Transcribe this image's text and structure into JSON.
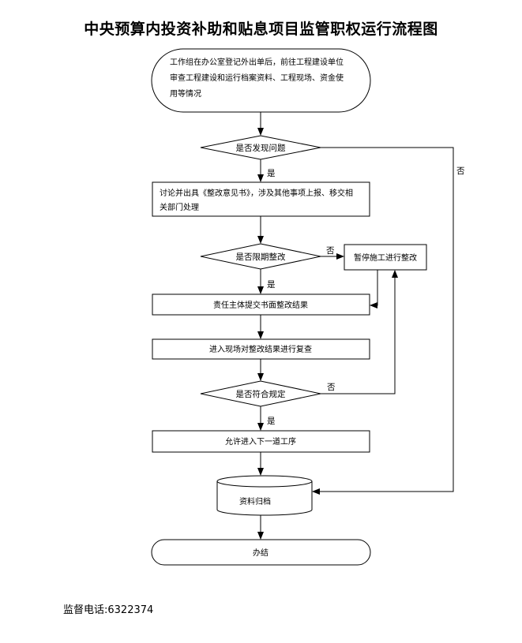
{
  "title": "中央预算内投资补助和贴息项目监管职权运行流程图",
  "nodes": {
    "start": [
      "工作组在办公室登记外出单后，前往工程建设单位",
      "审查工程建设和运行档案资料、工程现场、资金使",
      "用等情况"
    ],
    "decision_found": "是否发现问题",
    "discuss": [
      "讨论并出具《整改意见书》，涉及其他事项上报、移交相",
      "关部门处理"
    ],
    "decision_deadline": "是否限期整改",
    "suspend": "暂停施工进行整改",
    "submit_report": "责任主体提交书面整改结果",
    "recheck": "进入现场对整改结果进行复查",
    "decision_comply": "是否符合规定",
    "allow_next": "允许进入下一道工序",
    "archive": "资料归档",
    "end": "办结"
  },
  "edge_labels": {
    "yes1": "是",
    "no1": "否",
    "yes2": "是",
    "no2": "否",
    "yes3": "是",
    "no3": "否"
  },
  "footer": {
    "label": "监督电话:",
    "phone": "6322374"
  }
}
